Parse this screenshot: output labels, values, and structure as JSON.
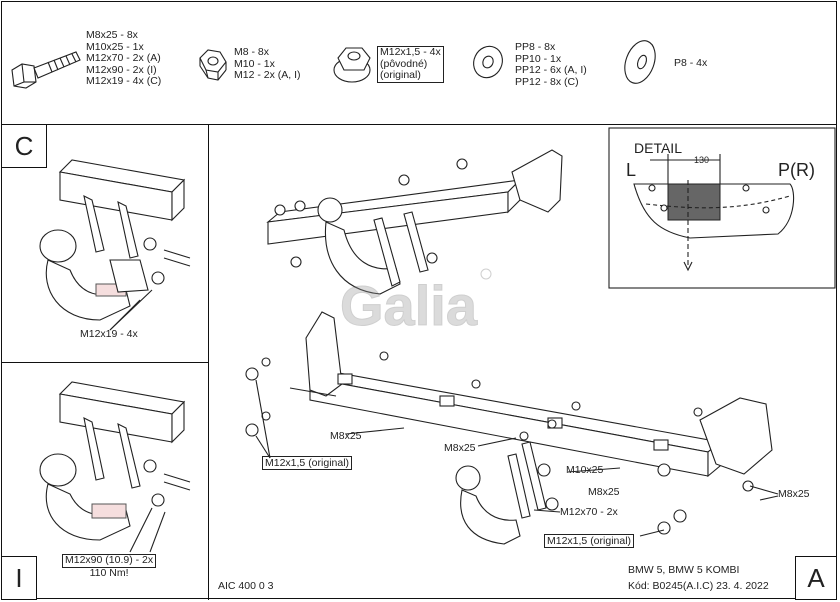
{
  "parts": {
    "bolt": [
      "M8x25 - 8x",
      "M10x25 - 1x",
      "M12x70 - 2x (A)",
      "M12x90 - 2x (I)",
      "M12x19 - 4x (C)"
    ],
    "nut": [
      "M8 - 8x",
      "M10 - 1x",
      "M12 - 2x (A, I)"
    ],
    "original_nut": [
      "M12x1,5 - 4x",
      "(pôvodné)",
      "(original)"
    ],
    "washer": [
      "PP8 - 8x",
      "PP10 - 1x",
      "PP12 - 6x (A, I)",
      "PP12 - 8x (C)"
    ],
    "big_washer": [
      "P8 - 4x"
    ]
  },
  "panels": {
    "c_label": "C",
    "c_callout": "M12x19 - 4x",
    "i_label": "I",
    "i_callout": [
      "M12x90 (10.9) - 2x",
      "110 Nm!"
    ],
    "a_label": "A"
  },
  "detail": {
    "title": "DETAIL",
    "left": "L",
    "right": "P(R)",
    "dim": "130"
  },
  "brand": "Galia",
  "main_callouts": {
    "orig_left": "M12x1,5 (original)",
    "m8_a": "M8x25",
    "m8_b": "M8x25",
    "m10": "M10x25",
    "m8_c": "M8x25",
    "m12": "M12x70 - 2x",
    "m8_right": "M8x25",
    "orig_bottom": "M12x1,5 (original)"
  },
  "footer": {
    "code": "AIC 400 0 3",
    "model": "BMW 5, BMW 5 KOMBI",
    "kod": "Kód: B0245(A.I.C)  23. 4. 2022"
  }
}
